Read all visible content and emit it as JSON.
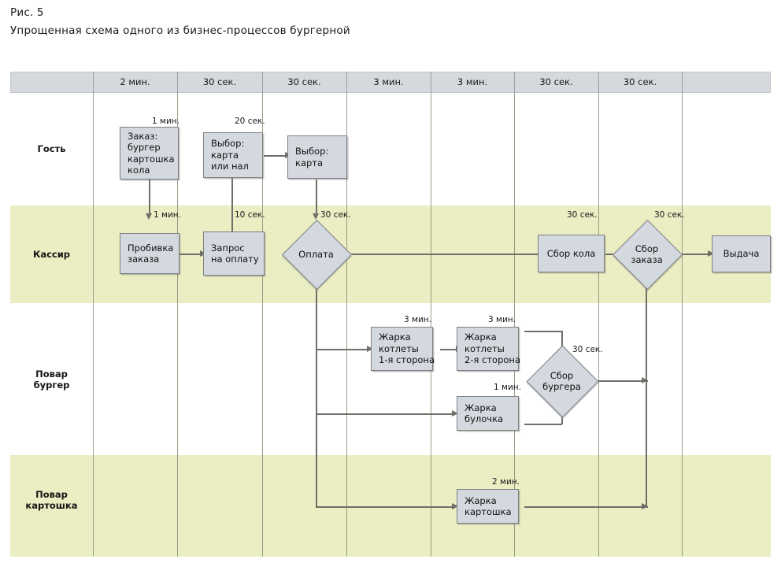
{
  "figure": {
    "number": "Рис. 5",
    "caption": "Упрощенная схема одного из бизнес-процессов бургерной"
  },
  "colors": {
    "header_band": "#d5d9dd",
    "lane_alt": "#ebeec2",
    "node_fill": "#d3d9df",
    "node_border": "#7d7f82",
    "connector": "#6d6f68"
  },
  "chart_data": {
    "type": "diagram",
    "subtype": "swimlane-flowchart",
    "title": "Упрощенная схема одного из бизнес-процессов бургерной",
    "columns": [
      {
        "index": 0,
        "label": ""
      },
      {
        "index": 1,
        "label": "2 мин."
      },
      {
        "index": 2,
        "label": "30 сек."
      },
      {
        "index": 3,
        "label": "30 сек."
      },
      {
        "index": 4,
        "label": "3 мин."
      },
      {
        "index": 5,
        "label": "3 мин."
      },
      {
        "index": 6,
        "label": "30 сек."
      },
      {
        "index": 7,
        "label": "30 сек."
      },
      {
        "index": 8,
        "label": ""
      }
    ],
    "lanes": [
      {
        "id": "guest",
        "label": "Гость",
        "shaded": false
      },
      {
        "id": "cashier",
        "label": "Кассир",
        "shaded": true
      },
      {
        "id": "burger",
        "label": "Повар\nбургер",
        "shaded": false
      },
      {
        "id": "fries",
        "label": "Повар\nкартошка",
        "shaded": true
      }
    ],
    "nodes": [
      {
        "id": "n1",
        "lane": "guest",
        "column": 1,
        "shape": "rect",
        "duration": "1 мин.",
        "lines": [
          "Заказ:",
          "бургер",
          "картошка",
          "кола"
        ]
      },
      {
        "id": "n2",
        "lane": "guest",
        "column": 2,
        "shape": "rect",
        "duration": "20 сек.",
        "lines": [
          "Выбор:",
          "карта",
          "или нал"
        ]
      },
      {
        "id": "n3",
        "lane": "guest",
        "column": 3,
        "shape": "rect",
        "duration": "",
        "lines": [
          "Выбор:",
          "карта"
        ]
      },
      {
        "id": "n4",
        "lane": "cashier",
        "column": 1,
        "shape": "rect",
        "duration": "1 мин.",
        "lines": [
          "Пробивка",
          "заказа"
        ]
      },
      {
        "id": "n5",
        "lane": "cashier",
        "column": 2,
        "shape": "rect",
        "duration": "10 сек.",
        "lines": [
          "Запрос",
          "на оплату"
        ]
      },
      {
        "id": "n6",
        "lane": "cashier",
        "column": 3,
        "shape": "diamond",
        "duration": "30 сек.",
        "lines": [
          "Оплата"
        ]
      },
      {
        "id": "n7",
        "lane": "cashier",
        "column": 6,
        "shape": "rect",
        "duration": "30 сек.",
        "lines": [
          "Сбор кола"
        ]
      },
      {
        "id": "n8",
        "lane": "cashier",
        "column": 7,
        "shape": "diamond",
        "duration": "30 сек.",
        "lines": [
          "Сбор",
          "заказа"
        ]
      },
      {
        "id": "n9",
        "lane": "cashier",
        "column": 8,
        "shape": "rect",
        "duration": "",
        "lines": [
          "Выдача"
        ]
      },
      {
        "id": "n10",
        "lane": "burger",
        "column": 4,
        "shape": "rect",
        "duration": "3 мин.",
        "lines": [
          "Жарка",
          "котлеты",
          "1-я сторона"
        ]
      },
      {
        "id": "n11",
        "lane": "burger",
        "column": 5,
        "shape": "rect",
        "duration": "3 мин.",
        "lines": [
          "Жарка",
          "котлеты",
          "2-я сторона"
        ]
      },
      {
        "id": "n12",
        "lane": "burger",
        "column": 5,
        "shape": "rect",
        "duration": "1 мин.",
        "lines": [
          "Жарка",
          "булочка"
        ]
      },
      {
        "id": "n13",
        "lane": "burger",
        "column": 6,
        "shape": "diamond",
        "duration": "30 сек.",
        "lines": [
          "Сбор",
          "бургера"
        ]
      },
      {
        "id": "n14",
        "lane": "fries",
        "column": 5,
        "shape": "rect",
        "duration": "2 мин.",
        "lines": [
          "Жарка",
          "картошка"
        ]
      }
    ],
    "edges": [
      {
        "from": "n1",
        "to": "n4",
        "direction": "down"
      },
      {
        "from": "n4",
        "to": "n5",
        "direction": "right"
      },
      {
        "from": "n5",
        "to": "n2",
        "direction": "up"
      },
      {
        "from": "n2",
        "to": "n3",
        "direction": "right"
      },
      {
        "from": "n3",
        "to": "n6",
        "direction": "down"
      },
      {
        "from": "n6",
        "to": "n7",
        "direction": "right"
      },
      {
        "from": "n6",
        "to": "n10",
        "direction": "down-right"
      },
      {
        "from": "n6",
        "to": "n12",
        "direction": "down-right"
      },
      {
        "from": "n6",
        "to": "n14",
        "direction": "down-right"
      },
      {
        "from": "n10",
        "to": "n11",
        "direction": "right"
      },
      {
        "from": "n11",
        "to": "n13",
        "direction": "right-down"
      },
      {
        "from": "n12",
        "to": "n13",
        "direction": "right-up"
      },
      {
        "from": "n13",
        "to": "n8",
        "direction": "right-up"
      },
      {
        "from": "n14",
        "to": "n8",
        "direction": "right-up"
      },
      {
        "from": "n7",
        "to": "n8",
        "direction": "right"
      },
      {
        "from": "n8",
        "to": "n9",
        "direction": "right"
      }
    ]
  }
}
